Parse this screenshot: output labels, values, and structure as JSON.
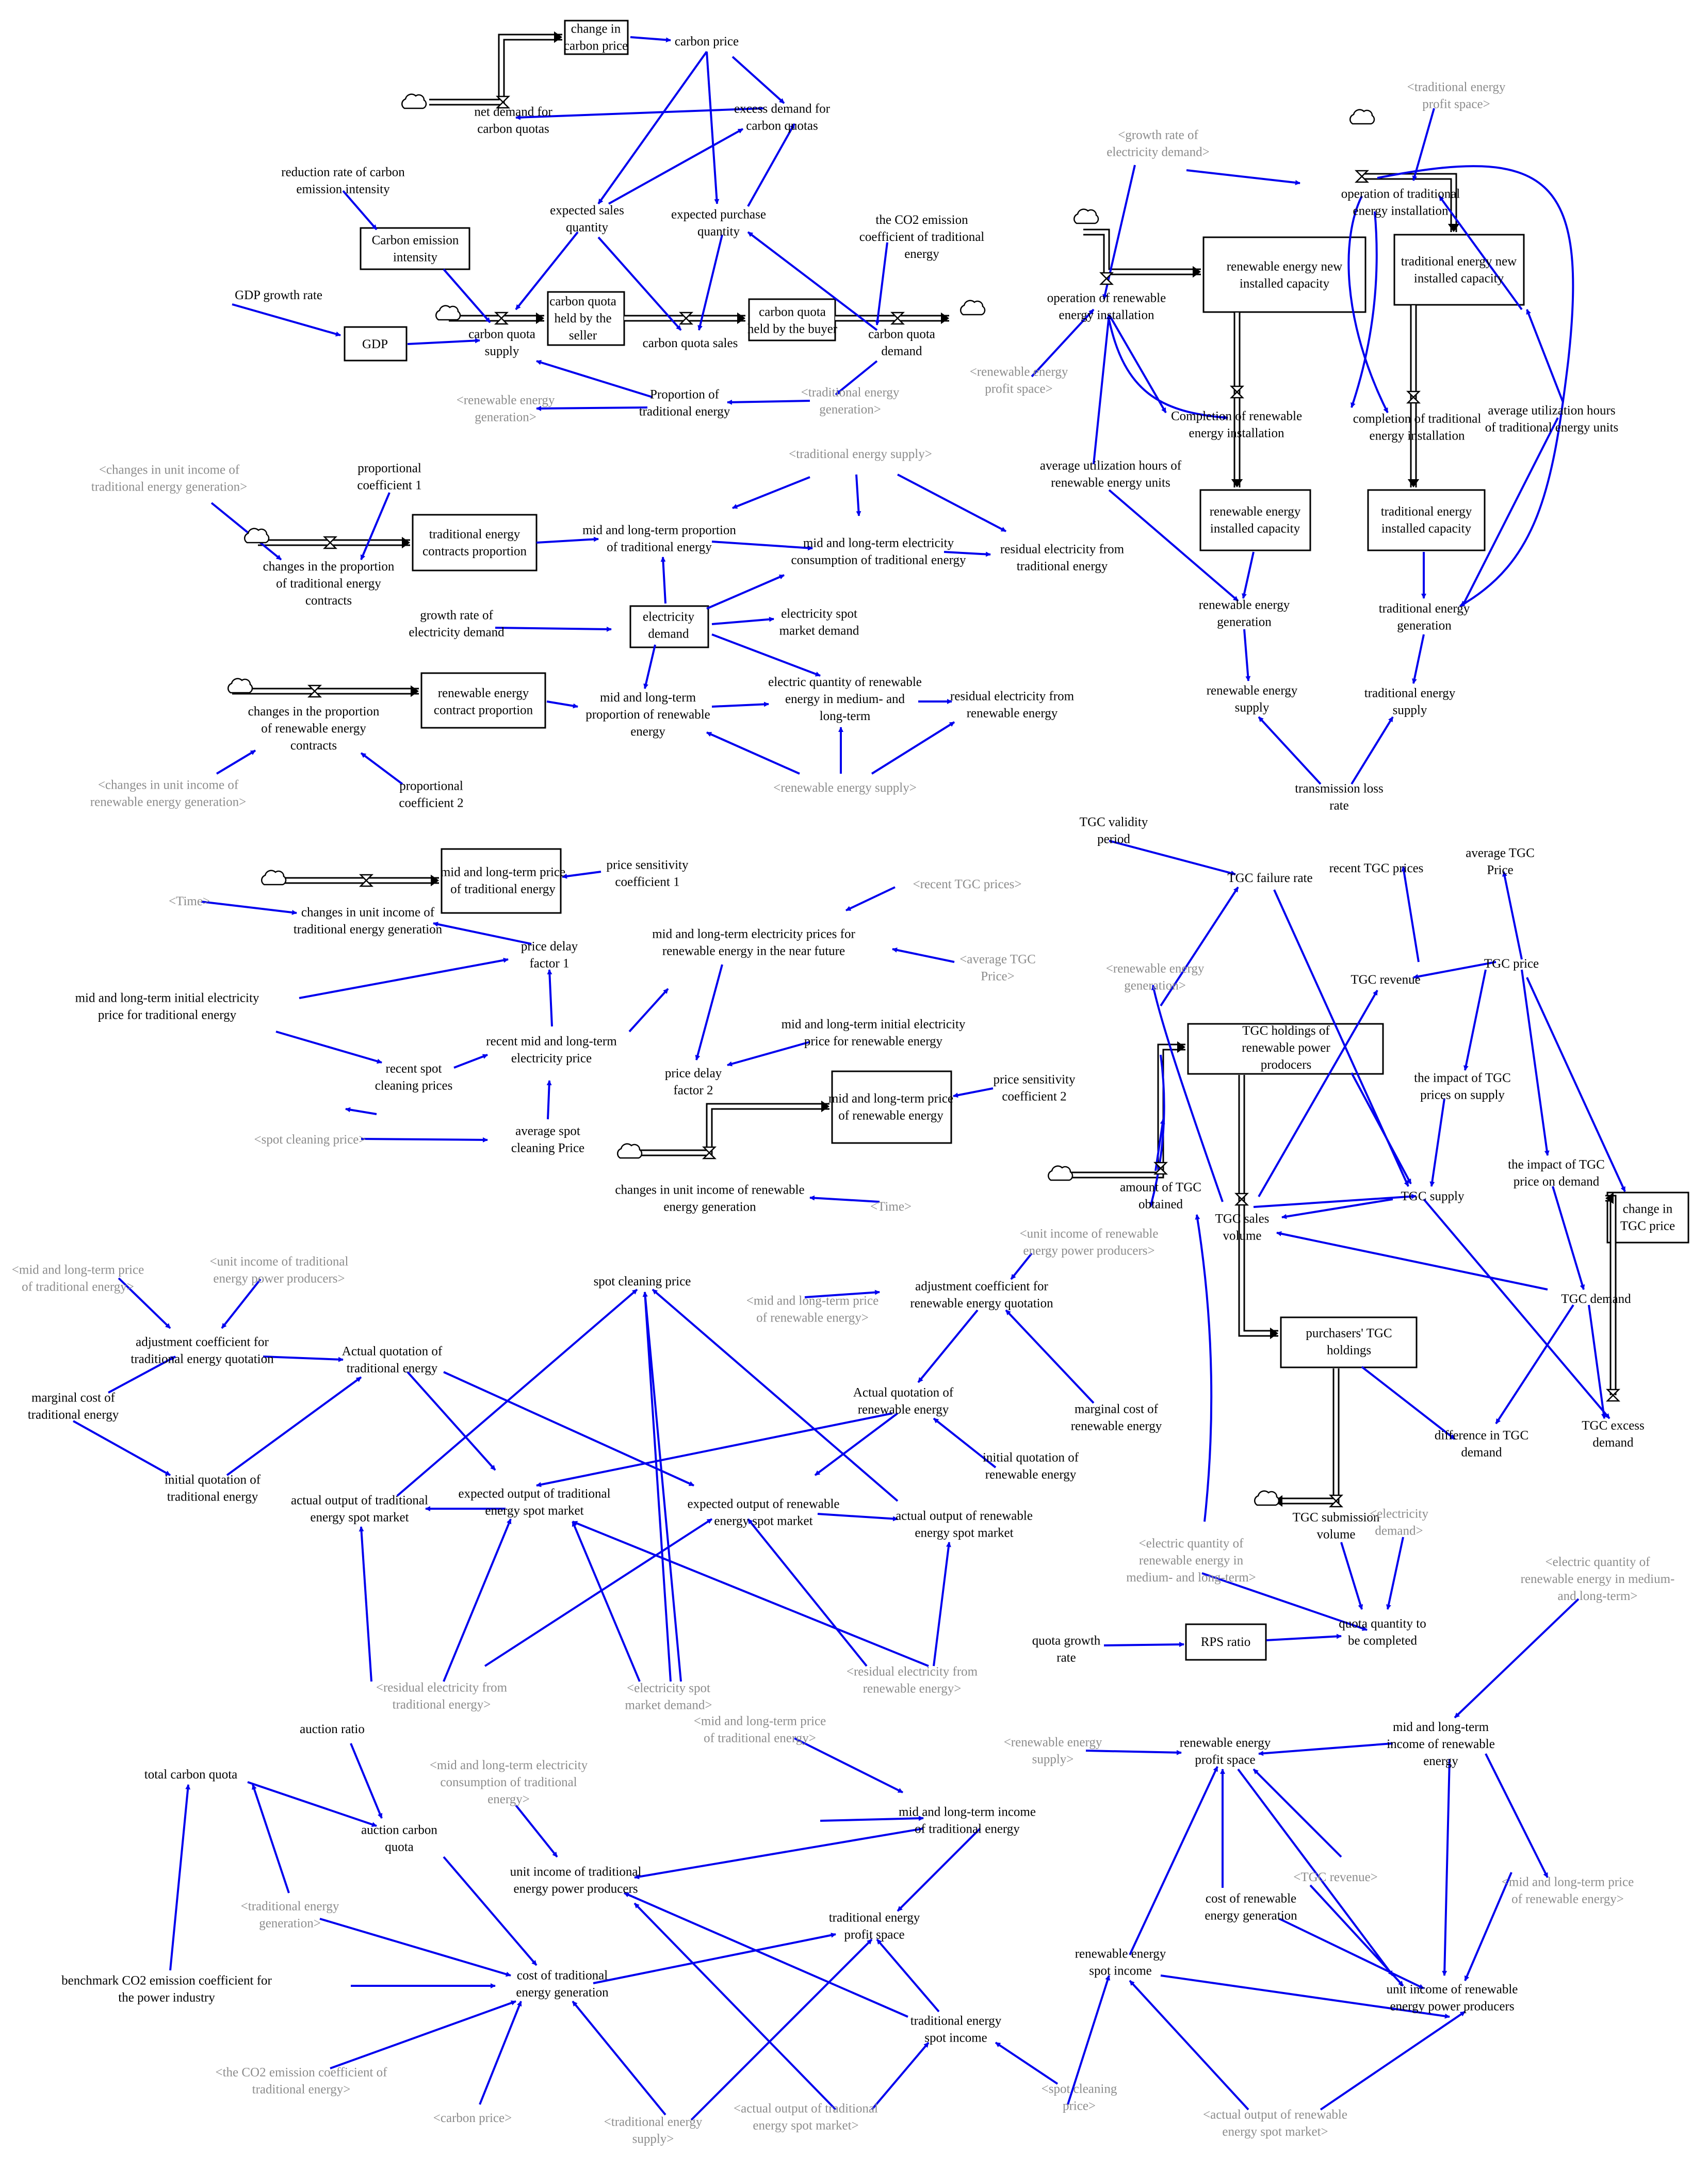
{
  "colors": {
    "link": "#0000ee",
    "shadow_variable": "#8c8c8c",
    "text": "#000000",
    "box_border": "#000000"
  },
  "icons": {
    "source_sink": "cloud-icon",
    "rate_valve": "valve-icon"
  },
  "nodes": {
    "change_in_carbon_price": {
      "lines": [
        "change in",
        "carbon price"
      ]
    },
    "carbon_price": {
      "lines": [
        "carbon price"
      ]
    },
    "net_demand_carbon_quotas": {
      "lines": [
        "net demand for",
        "carbon quotas"
      ]
    },
    "excess_demand_carbon_quotas": {
      "lines": [
        "excess demand for",
        "carbon quotas"
      ]
    },
    "reduction_rate": {
      "lines": [
        "reduction rate of carbon",
        "emission intensity"
      ]
    },
    "carbon_emission_intensity": {
      "lines": [
        "Carbon emission",
        "intensity"
      ]
    },
    "expected_sales_quantity": {
      "lines": [
        "expected sales",
        "quantity"
      ]
    },
    "expected_purchase_quantity": {
      "lines": [
        "expected purchase",
        "quantity"
      ]
    },
    "co2_coefficient_traditional": {
      "lines": [
        "the CO2 emission",
        "coefficient of traditional",
        "energy"
      ]
    },
    "gdp_growth_rate": {
      "lines": [
        "GDP growth rate"
      ]
    },
    "gdp": {
      "lines": [
        "GDP"
      ]
    },
    "carbon_quota_supply": {
      "lines": [
        "carbon quota",
        "supply"
      ]
    },
    "carbon_quota_seller": {
      "lines": [
        "carbon quota",
        "held by the",
        "seller"
      ]
    },
    "carbon_quota_sales": {
      "lines": [
        "carbon quota sales"
      ]
    },
    "carbon_quota_buyer": {
      "lines": [
        "carbon quota",
        "held by the buyer"
      ]
    },
    "carbon_quota_demand": {
      "lines": [
        "carbon quota",
        "demand"
      ]
    },
    "ghost_renewable_generation_1": {
      "lines": [
        "<renewable energy",
        "generation>"
      ]
    },
    "proportion_traditional": {
      "lines": [
        "Proportion of",
        "traditional energy"
      ]
    },
    "ghost_traditional_generation_1": {
      "lines": [
        "<traditional energy",
        "generation>"
      ]
    },
    "ghost_trad_profit_space": {
      "lines": [
        "<traditional energy",
        "profit space>"
      ]
    },
    "ghost_growth_rate_demand": {
      "lines": [
        "<growth rate of",
        "electricity demand>"
      ]
    },
    "operation_traditional": {
      "lines": [
        "operation of traditional",
        "energy installation"
      ]
    },
    "renewable_new_capacity": {
      "lines": [
        "renewable energy new",
        "installed capacity"
      ]
    },
    "traditional_new_capacity": {
      "lines": [
        "traditional energy new",
        "installed capacity"
      ]
    },
    "operation_renewable": {
      "lines": [
        "operation of renewable",
        "energy installation"
      ]
    },
    "ghost_ren_profit_space": {
      "lines": [
        "<renewable energy",
        "profit space>"
      ]
    },
    "completion_renewable": {
      "lines": [
        "Completion of renewable",
        "energy installation"
      ]
    },
    "completion_traditional": {
      "lines": [
        "completion of traditional",
        "energy installation"
      ]
    },
    "avg_hours_traditional": {
      "lines": [
        "average utilization hours",
        "of traditional energy units"
      ]
    },
    "avg_hours_renewable": {
      "lines": [
        "average utilization hours of",
        "renewable energy units"
      ]
    },
    "renewable_installed": {
      "lines": [
        "renewable energy",
        "installed capacity"
      ]
    },
    "traditional_installed": {
      "lines": [
        "traditional energy",
        "installed capacity"
      ]
    },
    "renewable_generation": {
      "lines": [
        "renewable energy",
        "generation"
      ]
    },
    "traditional_generation": {
      "lines": [
        "traditional energy",
        "generation"
      ]
    },
    "renewable_supply": {
      "lines": [
        "renewable energy",
        "supply"
      ]
    },
    "traditional_supply": {
      "lines": [
        "traditional energy",
        "supply"
      ]
    },
    "transmission_loss": {
      "lines": [
        "transmission loss",
        "rate"
      ]
    },
    "ghost_changes_income_trad": {
      "lines": [
        "<changes in unit income of",
        "traditional energy generation>"
      ]
    },
    "prop_coef_1": {
      "lines": [
        "proportional",
        "coefficient 1"
      ]
    },
    "changes_prop_trad": {
      "lines": [
        "changes in the proportion",
        "of traditional energy",
        "contracts"
      ]
    },
    "trad_contracts_prop": {
      "lines": [
        "traditional energy",
        "contracts proportion"
      ]
    },
    "mid_long_prop_trad": {
      "lines": [
        "mid and long-term proportion",
        "of traditional energy"
      ]
    },
    "ghost_trad_supply_1": {
      "lines": [
        "<traditional energy supply>"
      ]
    },
    "mid_long_consumption_trad": {
      "lines": [
        "mid and long-term electricity",
        "consumption of traditional energy"
      ]
    },
    "residual_trad": {
      "lines": [
        "residual electricity from",
        "traditional energy"
      ]
    },
    "growth_rate_demand": {
      "lines": [
        "growth rate of",
        "electricity demand"
      ]
    },
    "electricity_demand": {
      "lines": [
        "electricity",
        "demand"
      ]
    },
    "spot_market_demand": {
      "lines": [
        "electricity spot",
        "market demand"
      ]
    },
    "renewable_contract_prop": {
      "lines": [
        "renewable energy",
        "contract proportion"
      ]
    },
    "mid_long_prop_ren": {
      "lines": [
        "mid and long-term",
        "proportion of renewable",
        "energy"
      ]
    },
    "electric_quantity_ren": {
      "lines": [
        "electric quantity of renewable",
        "energy in medium- and",
        "long-term"
      ]
    },
    "residual_ren": {
      "lines": [
        "residual electricity from",
        "renewable energy"
      ]
    },
    "changes_prop_ren": {
      "lines": [
        "changes in the proportion",
        "of renewable energy",
        "contracts"
      ]
    },
    "ghost_changes_income_ren": {
      "lines": [
        "<changes in unit income of",
        "renewable energy generation>"
      ]
    },
    "prop_coef_2": {
      "lines": [
        "proportional",
        "coefficient 2"
      ]
    },
    "ghost_ren_supply_1": {
      "lines": [
        "<renewable energy supply>"
      ]
    },
    "mid_long_price_trad": {
      "lines": [
        "mid and long-term price",
        "of traditional energy"
      ]
    },
    "price_sens_1": {
      "lines": [
        "price sensitivity",
        "coefficient 1"
      ]
    },
    "ghost_time_1": {
      "lines": [
        "<Time>"
      ]
    },
    "changes_income_trad": {
      "lines": [
        "changes in unit income of",
        "traditional energy generation"
      ]
    },
    "price_delay_1": {
      "lines": [
        "price delay",
        "factor 1"
      ]
    },
    "initial_price_trad": {
      "lines": [
        "mid and long-term initial electricity",
        "price for traditional energy"
      ]
    },
    "recent_mid_long_price": {
      "lines": [
        "recent mid and long-term",
        "electricity price"
      ]
    },
    "recent_spot_prices": {
      "lines": [
        "recent spot",
        "cleaning prices"
      ]
    },
    "ghost_spot_price_1": {
      "lines": [
        "<spot cleaning price>"
      ]
    },
    "avg_spot_price": {
      "lines": [
        "average spot",
        "cleaning Price"
      ]
    },
    "ghost_recent_tgc": {
      "lines": [
        "<recent TGC prices>"
      ]
    },
    "mid_long_ren_prices_future": {
      "lines": [
        "mid and long-term electricity prices for",
        "renewable energy in the near future"
      ]
    },
    "ghost_avg_tgc": {
      "lines": [
        "<average TGC",
        "Price>"
      ]
    },
    "initial_price_ren": {
      "lines": [
        "mid and long-term initial electricity",
        "price for renewable energy"
      ]
    },
    "price_delay_2": {
      "lines": [
        "price delay",
        "factor 2"
      ]
    },
    "mid_long_price_ren": {
      "lines": [
        "mid and long-term price",
        "of renewable energy"
      ]
    },
    "price_sens_2": {
      "lines": [
        "price sensitivity",
        "coefficient 2"
      ]
    },
    "changes_income_ren": {
      "lines": [
        "changes in unit income of renewable",
        "energy generation"
      ]
    },
    "ghost_time_2": {
      "lines": [
        "<Time>"
      ]
    },
    "tgc_validity": {
      "lines": [
        "TGC validity",
        "period"
      ]
    },
    "tgc_failure_rate": {
      "lines": [
        "TGC failure rate"
      ]
    },
    "recent_tgc_prices": {
      "lines": [
        "recent TGC prices"
      ]
    },
    "average_tgc_price": {
      "lines": [
        "average TGC",
        "Price"
      ]
    },
    "ghost_ren_generation_2": {
      "lines": [
        "<renewable energy",
        "generation>"
      ]
    },
    "tgc_price": {
      "lines": [
        "TGC price"
      ]
    },
    "tgc_revenue": {
      "lines": [
        "TGC revenue"
      ]
    },
    "tgc_holdings_producers": {
      "lines": [
        "TGC holdings of",
        "renewable power",
        "prodocers"
      ]
    },
    "impact_tgc_supply": {
      "lines": [
        "the impact of TGC",
        "prices on supply"
      ]
    },
    "impact_tgc_demand": {
      "lines": [
        "the impact of TGC",
        "price on demand"
      ]
    },
    "amount_tgc_obtained": {
      "lines": [
        "amount of TGC",
        "obtained"
      ]
    },
    "tgc_supply": {
      "lines": [
        "TGC supply"
      ]
    },
    "tgc_sales_volume": {
      "lines": [
        "TGC sales",
        "volume"
      ]
    },
    "change_tgc_price": {
      "lines": [
        "change in",
        "TGC price"
      ]
    },
    "tgc_demand": {
      "lines": [
        "TGC demand"
      ]
    },
    "purchasers_tgc": {
      "lines": [
        "purchasers' TGC",
        "holdings"
      ]
    },
    "difference_tgc": {
      "lines": [
        "difference in TGC",
        "demand"
      ]
    },
    "tgc_excess_demand": {
      "lines": [
        "TGC excess",
        "demand"
      ]
    },
    "tgc_submission": {
      "lines": [
        "TGC submission",
        "volume"
      ]
    },
    "ghost_electric_quantity_1": {
      "lines": [
        "<electric quantity of",
        "renewable energy in",
        "medium- and long-term>"
      ]
    },
    "ghost_electricity_demand": {
      "lines": [
        "<electricity",
        "demand>"
      ]
    },
    "quota_growth_rate": {
      "lines": [
        "quota growth",
        "rate"
      ]
    },
    "rps_ratio": {
      "lines": [
        "RPS ratio"
      ]
    },
    "quota_quantity": {
      "lines": [
        "quota quantity to",
        "be completed"
      ]
    },
    "ghost_mid_long_price_trad_1": {
      "lines": [
        "<mid and long-term price",
        "of traditional energy>"
      ]
    },
    "ghost_unit_income_trad_1": {
      "lines": [
        "<unit income of traditional",
        "energy power producers>"
      ]
    },
    "adj_coef_trad": {
      "lines": [
        "adjustment coefficient for",
        "traditional energy quotation"
      ]
    },
    "marginal_cost_trad": {
      "lines": [
        "marginal cost of",
        "traditional energy"
      ]
    },
    "initial_quote_trad": {
      "lines": [
        "initial quotation of",
        "traditional energy"
      ]
    },
    "actual_quote_trad": {
      "lines": [
        "Actual quotation of",
        "traditional energy"
      ]
    },
    "spot_cleaning_price": {
      "lines": [
        "spot cleaning price"
      ]
    },
    "ghost_unit_income_ren_1": {
      "lines": [
        "<unit income of renewable",
        "energy power producers>"
      ]
    },
    "adj_coef_ren": {
      "lines": [
        "adjustment coefficient for",
        "renewable energy quotation"
      ]
    },
    "ghost_mid_long_price_ren_1": {
      "lines": [
        "<mid and long-term price",
        "of renewable energy>"
      ]
    },
    "actual_quote_ren": {
      "lines": [
        "Actual quotation of",
        "renewable energy"
      ]
    },
    "marginal_cost_ren": {
      "lines": [
        "marginal cost of",
        "renewable energy"
      ]
    },
    "initial_quote_ren": {
      "lines": [
        "initial quotation of",
        "renewable energy"
      ]
    },
    "actual_output_trad": {
      "lines": [
        "actual output of traditional",
        "energy spot market"
      ]
    },
    "expected_output_trad": {
      "lines": [
        "expected output of traditional",
        "energy spot market"
      ]
    },
    "expected_output_ren": {
      "lines": [
        "expected output of renewable",
        "energy spot market"
      ]
    },
    "actual_output_ren": {
      "lines": [
        "actual output of renewable",
        "energy spot market"
      ]
    },
    "ghost_residual_trad": {
      "lines": [
        "<residual electricity from",
        "traditional energy>"
      ]
    },
    "ghost_spot_demand": {
      "lines": [
        "<electricity spot",
        "market demand>"
      ]
    },
    "ghost_residual_ren": {
      "lines": [
        "<residual electricity from",
        "renewable energy>"
      ]
    },
    "auction_ratio": {
      "lines": [
        "auction ratio"
      ]
    },
    "total_carbon_quota": {
      "lines": [
        "total carbon quota"
      ]
    },
    "auction_carbon_quota": {
      "lines": [
        "auction carbon",
        "quota"
      ]
    },
    "ghost_mid_long_price_trad_2": {
      "lines": [
        "<mid and long-term price",
        "of traditional energy>"
      ]
    },
    "ghost_mid_long_consumption": {
      "lines": [
        "<mid and long-term electricity",
        "consumption of traditional",
        "energy>"
      ]
    },
    "mid_long_income_trad": {
      "lines": [
        "mid and long-term income",
        "of traditional energy"
      ]
    },
    "unit_income_trad": {
      "lines": [
        "unit income of traditional",
        "energy power producers"
      ]
    },
    "ghost_trad_generation_2": {
      "lines": [
        "<traditional energy",
        "generation>"
      ]
    },
    "trad_profit_space": {
      "lines": [
        "traditional energy",
        "profit space"
      ]
    },
    "benchmark_co2": {
      "lines": [
        "benchmark CO2 emission coefficient for",
        "the power industry"
      ]
    },
    "cost_trad_generation": {
      "lines": [
        "cost of traditional",
        "energy generation"
      ]
    },
    "trad_spot_income": {
      "lines": [
        "traditional energy",
        "spot income"
      ]
    },
    "ghost_co2_coef": {
      "lines": [
        "<the CO2 emission coefficient of",
        "traditional energy>"
      ]
    },
    "ghost_carbon_price": {
      "lines": [
        "<carbon price>"
      ]
    },
    "ghost_trad_supply_2": {
      "lines": [
        "<traditional energy",
        "supply>"
      ]
    },
    "ghost_actual_output_trad": {
      "lines": [
        "<actual output of traditional",
        "energy spot market>"
      ]
    },
    "ghost_spot_price_2": {
      "lines": [
        "<spot cleaning",
        "price>"
      ]
    },
    "ghost_electric_quantity_2": {
      "lines": [
        "<electric quantity of",
        "renewable energy in medium-",
        "and long-term>"
      ]
    },
    "ghost_ren_supply_2": {
      "lines": [
        "<renewable energy",
        "supply>"
      ]
    },
    "ren_profit_space": {
      "lines": [
        "renewable energy",
        "profit space"
      ]
    },
    "mid_long_income_ren": {
      "lines": [
        "mid and long-term",
        "income of renewable",
        "energy"
      ]
    },
    "ghost_tgc_revenue": {
      "lines": [
        "<TGC revenue>"
      ]
    },
    "cost_ren_generation": {
      "lines": [
        "cost of renewable",
        "energy generation"
      ]
    },
    "ghost_mid_long_price_ren_2": {
      "lines": [
        "<mid and long-term price",
        "of renewable energy>"
      ]
    },
    "ren_spot_income": {
      "lines": [
        "renewable energy",
        "spot income"
      ]
    },
    "unit_income_ren": {
      "lines": [
        "unit income of renewable",
        "energy power producers"
      ]
    },
    "ghost_actual_output_ren": {
      "lines": [
        "<actual output of renewable",
        "energy spot market>"
      ]
    }
  }
}
